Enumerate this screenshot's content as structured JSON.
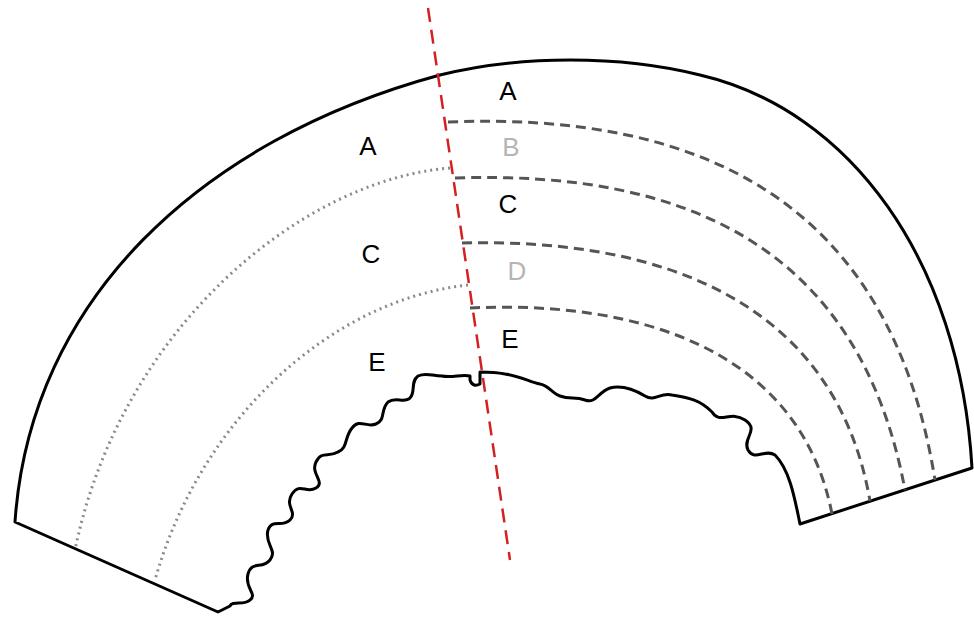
{
  "diagram": {
    "labels": [
      "A",
      "C",
      "E",
      "A",
      "B",
      "C",
      "D",
      "E"
    ]
  }
}
